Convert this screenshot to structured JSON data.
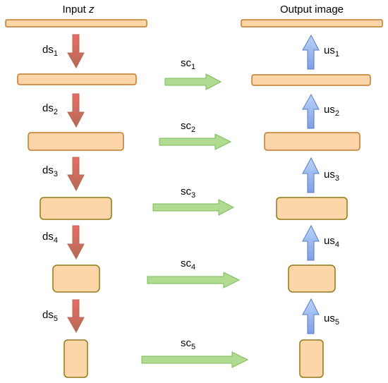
{
  "titles": {
    "input": "Input",
    "input_var": "z",
    "output": "Output image"
  },
  "colors": {
    "box_fill": "#fcd5a8",
    "box_stroke_top": "#c07a2a",
    "box_stroke_low": "#8f7a18",
    "ds_arrow_top": "#ea6b6b",
    "ds_arrow_bottom": "#b56b54",
    "us_arrow_top": "#b8d4f8",
    "us_arrow_bottom": "#7f9ee6",
    "sc_arrow_fill": "#b2db92",
    "sc_arrow_stroke": "#7cb95a"
  },
  "stages": [
    {
      "ds": {
        "base": "ds",
        "sub": "1"
      },
      "sc": {
        "base": "sc",
        "sub": "1"
      },
      "us": {
        "base": "us",
        "sub": "1"
      }
    },
    {
      "ds": {
        "base": "ds",
        "sub": "2"
      },
      "sc": {
        "base": "sc",
        "sub": "2"
      },
      "us": {
        "base": "us",
        "sub": "2"
      }
    },
    {
      "ds": {
        "base": "ds",
        "sub": "3"
      },
      "sc": {
        "base": "sc",
        "sub": "3"
      },
      "us": {
        "base": "us",
        "sub": "3"
      }
    },
    {
      "ds": {
        "base": "ds",
        "sub": "4"
      },
      "sc": {
        "base": "sc",
        "sub": "4"
      },
      "us": {
        "base": "us",
        "sub": "4"
      }
    },
    {
      "ds": {
        "base": "ds",
        "sub": "5"
      },
      "sc": {
        "base": "sc",
        "sub": "5"
      },
      "us": {
        "base": "us",
        "sub": "5"
      }
    }
  ]
}
